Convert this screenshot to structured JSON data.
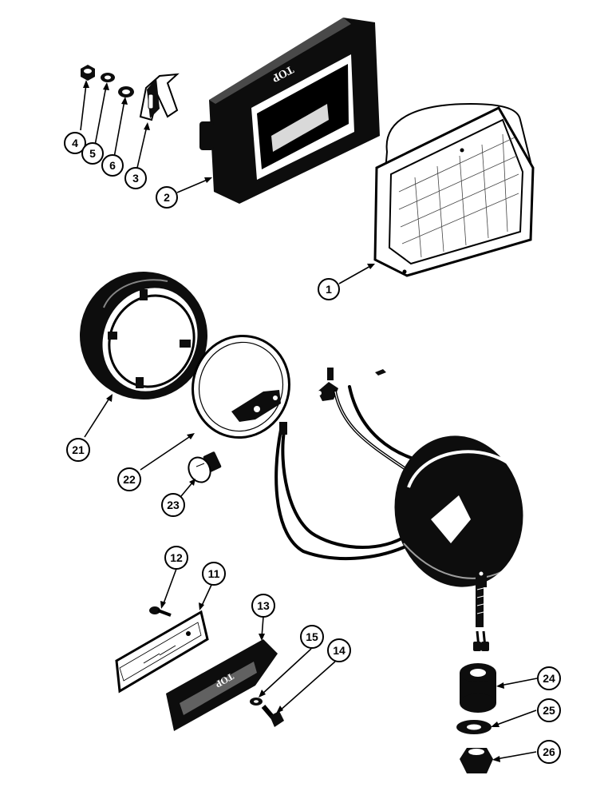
{
  "diagram": {
    "colors": {
      "ink": "#0d0d0d",
      "paper": "#ffffff"
    },
    "housing_stamp": "TOP",
    "reflector_stamp": "TOP",
    "callouts": [
      {
        "id": "c1",
        "label": "1",
        "part": "sealed-beam-lamp"
      },
      {
        "id": "c2",
        "label": "2",
        "part": "lamp-housing"
      },
      {
        "id": "c3",
        "label": "3",
        "part": "mounting-bracket"
      },
      {
        "id": "c4",
        "label": "4",
        "part": "nut"
      },
      {
        "id": "c5",
        "label": "5",
        "part": "lock-washer"
      },
      {
        "id": "c6",
        "label": "6",
        "part": "flat-washer"
      },
      {
        "id": "c11",
        "label": "11",
        "part": "lens-plate"
      },
      {
        "id": "c12",
        "label": "12",
        "part": "screw"
      },
      {
        "id": "c13",
        "label": "13",
        "part": "reflector-housing"
      },
      {
        "id": "c14",
        "label": "14",
        "part": "bolt"
      },
      {
        "id": "c15",
        "label": "15",
        "part": "washer"
      },
      {
        "id": "c21",
        "label": "21",
        "part": "retaining-ring"
      },
      {
        "id": "c22",
        "label": "22",
        "part": "round-lens"
      },
      {
        "id": "c23",
        "label": "23",
        "part": "bulb"
      },
      {
        "id": "c24",
        "label": "24",
        "part": "spacer"
      },
      {
        "id": "c25",
        "label": "25",
        "part": "washer"
      },
      {
        "id": "c26",
        "label": "26",
        "part": "nut"
      }
    ]
  }
}
